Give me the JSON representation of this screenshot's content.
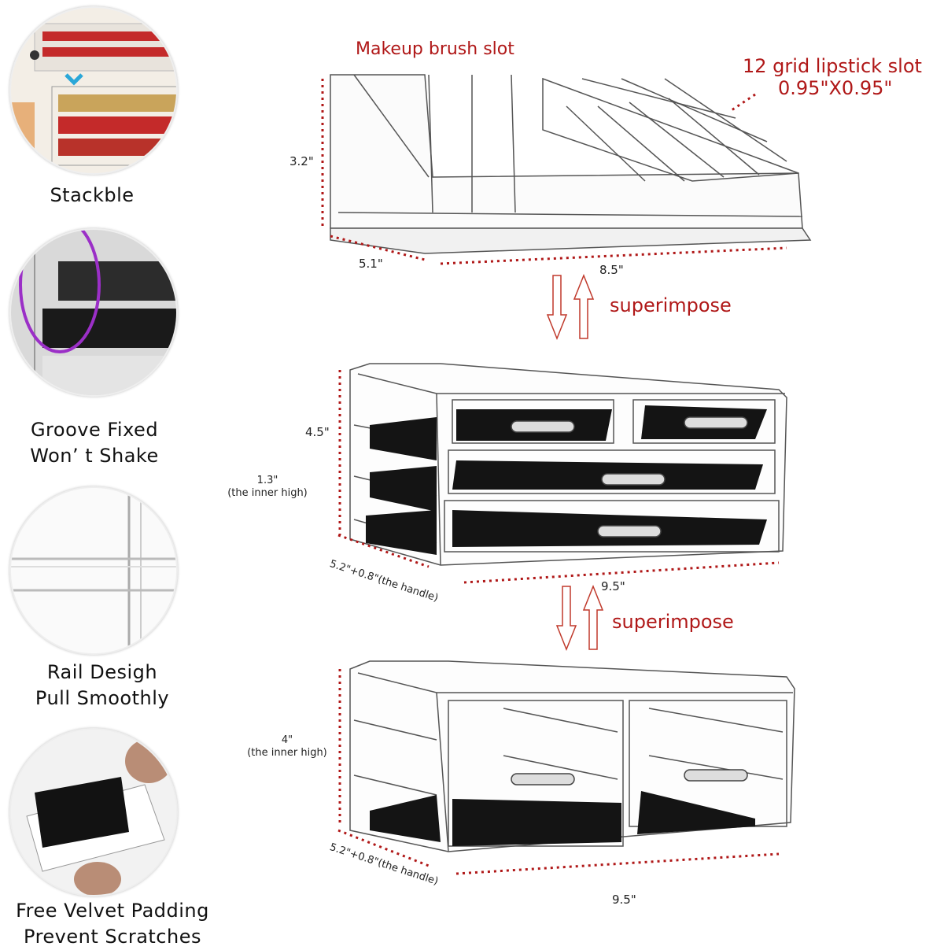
{
  "features": [
    {
      "line1": "Stackble",
      "line2": ""
    },
    {
      "line1": "Groove Fixed",
      "line2": "Won’ t Shake"
    },
    {
      "line1": "Rail Desigh",
      "line2": "Pull Smoothly"
    },
    {
      "line1": "Free Velvet Padding",
      "line2": "Prevent Scratches"
    }
  ],
  "top_tier": {
    "brush_slot": "Makeup brush slot",
    "lipstick_slot_line1": "12 grid lipstick slot",
    "lipstick_slot_line2": "0.95\"X0.95\"",
    "height": "3.2\"",
    "depth": "5.1\"",
    "width": "8.5\""
  },
  "superimpose_1": "superimpose",
  "superimpose_2": "superimpose",
  "middle_tier": {
    "height": "4.5\"",
    "inner_high_value": "1.3\"",
    "inner_high_label": "(the inner high)",
    "depth": "5.2\"+0.8\"(the handle)",
    "width": "9.5\""
  },
  "bottom_tier": {
    "inner_high_value": "4\"",
    "inner_high_label": "(the inner high)",
    "depth": "5.2\"+0.8\"(the handle)",
    "width": "9.5\""
  },
  "colors": {
    "accent_red": "#b01818",
    "velvet": "#141414",
    "acrylic_edge": "#555555"
  }
}
